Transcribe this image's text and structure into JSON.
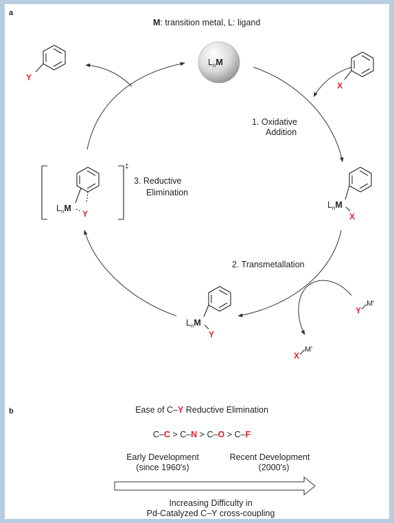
{
  "panel_a": {
    "label": "a",
    "legend": {
      "m_symbol": "M",
      "m_desc": ": transition metal, L: ligand"
    },
    "catalyst": {
      "l": "L",
      "n": "n",
      "m": "M"
    },
    "step1": {
      "line1": "1.  Oxidative",
      "line2": "Addition"
    },
    "step2": "2. Transmetallation",
    "step3": {
      "line1": "3. Reductive",
      "line2": "Elimination"
    },
    "ts_mark": "‡",
    "atoms": {
      "X": "X",
      "Y": "Y",
      "M_prime": "M'"
    }
  },
  "panel_b": {
    "label": "b",
    "title": {
      "pre": "Ease of C–",
      "y": "Y",
      "post": " Reductive Elimination"
    },
    "series": {
      "cc_pre": "C–",
      "cc_el": "C",
      "cn_el": "N",
      "co_el": "O",
      "cf_el": "F",
      "gt": ">"
    },
    "early": {
      "line1": "Early Development",
      "line2": "(since 1960's)"
    },
    "recent": {
      "line1": "Recent Development",
      "line2": "(2000's)"
    },
    "caption": {
      "line1": "Increasing Difficulty in",
      "line2": "Pd-Catalyzed C–Y cross-coupling"
    }
  },
  "colors": {
    "red": "#e8202a",
    "text": "#222222",
    "background": "#b9cde0"
  }
}
